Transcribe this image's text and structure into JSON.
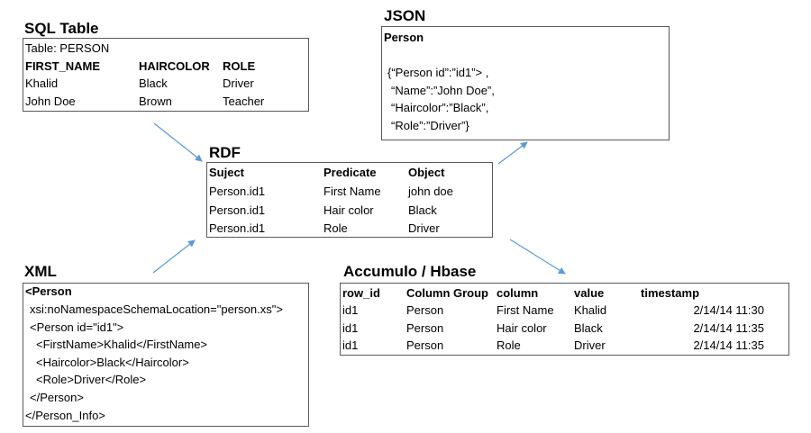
{
  "sql": {
    "title": "SQL Table",
    "table_caption": "Table: PERSON",
    "columns": [
      "FIRST_NAME",
      "HAIRCOLOR",
      "ROLE"
    ],
    "rows": [
      [
        "Khalid",
        "Black",
        "Driver"
      ],
      [
        "John Doe",
        "Brown",
        "Teacher"
      ]
    ]
  },
  "json": {
    "title": "JSON",
    "heading": "Person",
    "lines": [
      "{“Person  id”:”id1”> ,",
      "“Name”:”John Doe”,",
      "“Haircolor”:”Black”,",
      "“Role”:”Driver”}"
    ]
  },
  "rdf": {
    "title": "RDF",
    "columns": [
      "Suject",
      "Predicate",
      "Object"
    ],
    "rows": [
      [
        "Person.id1",
        "First Name",
        "john doe"
      ],
      [
        "Person.id1",
        "Hair color",
        "Black"
      ],
      [
        "Person.id1",
        "Role",
        "Driver"
      ]
    ]
  },
  "xml": {
    "title": "XML",
    "lines": [
      "<Person",
      "xsi:noNamespaceSchemaLocation=\"person.xs\">",
      "<Person  id=\"id1\">",
      "<FirstName>Khalid</FirstName>",
      "<Haircolor>Black</Haircolor>",
      "<Role>Driver</Role>",
      "</Person>",
      "</Person_Info>"
    ]
  },
  "accumulo": {
    "title": "Accumulo / Hbase",
    "columns": [
      "row_id",
      "Column Group",
      "column",
      "value",
      "timestamp"
    ],
    "rows": [
      [
        "id1",
        "Person",
        "First Name",
        "Khalid",
        "2/14/14 11:30"
      ],
      [
        "id1",
        "Person",
        "Hair color",
        "Black",
        "2/14/14 11:35"
      ],
      [
        "id1",
        "Person",
        "Role",
        "Driver",
        "2/14/14 11:35"
      ]
    ]
  },
  "colors": {
    "arrow": "#5B9BD5",
    "border": "#595959"
  }
}
